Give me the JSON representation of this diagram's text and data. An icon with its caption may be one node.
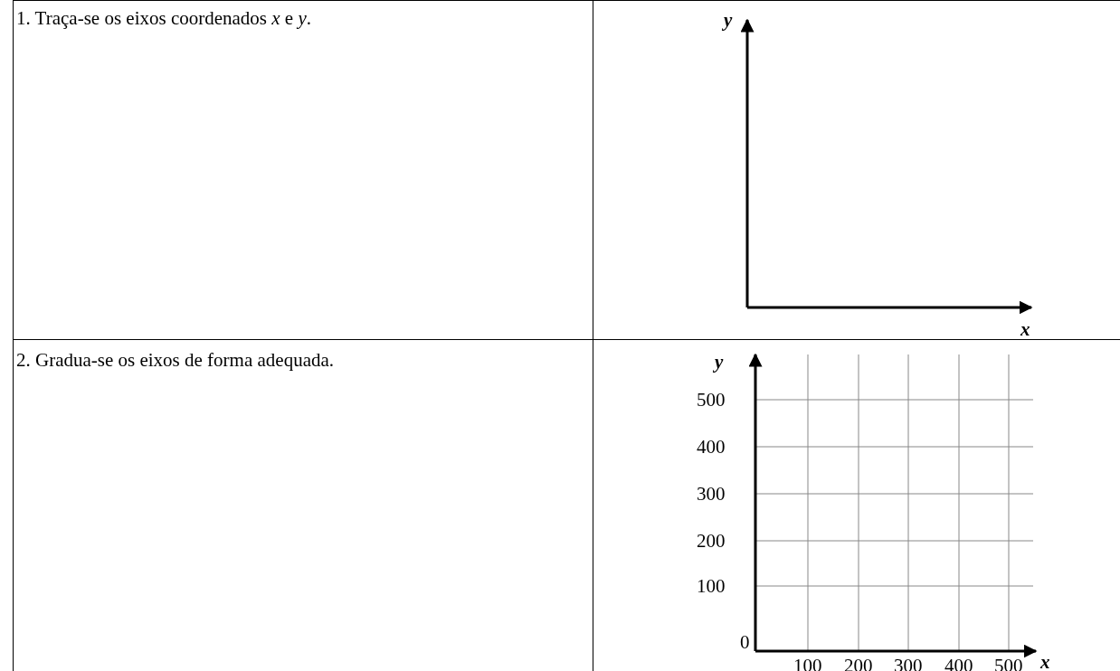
{
  "diagram": {
    "labels": [
      "1. Traça-se os eixos coordenados *x* e *y*.",
      "y",
      "x",
      "2. Gradua-se os eixos de forma adequada.",
      "y",
      "500",
      "400",
      "300",
      "200",
      "100",
      "0",
      "100",
      "200",
      "300",
      "400",
      "500",
      "x"
    ]
  }
}
